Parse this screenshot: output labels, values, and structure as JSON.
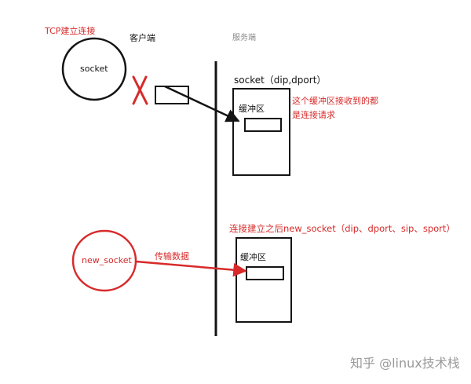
{
  "labels": {
    "tcp_setup": "TCP建立连接",
    "client": "客户端",
    "server": "服务端",
    "socket_node": "socket",
    "listen_socket": "socket（dip,dport）",
    "buffer_top": "缓冲区",
    "buffer_bottom": "缓冲区",
    "buffer_note_line1": "这个缓冲区接收到的都",
    "buffer_note_line2": "是连接请求",
    "after_connect": "连接建立之后new_socket（dip、dport、sip、sport）",
    "new_socket_node": "new_socket",
    "transfer_data": "传输数据",
    "watermark": "知乎 @linux技术栈"
  },
  "colors": {
    "red": "#d82a2a",
    "black": "#141414",
    "gray": "#8a8a8a"
  }
}
